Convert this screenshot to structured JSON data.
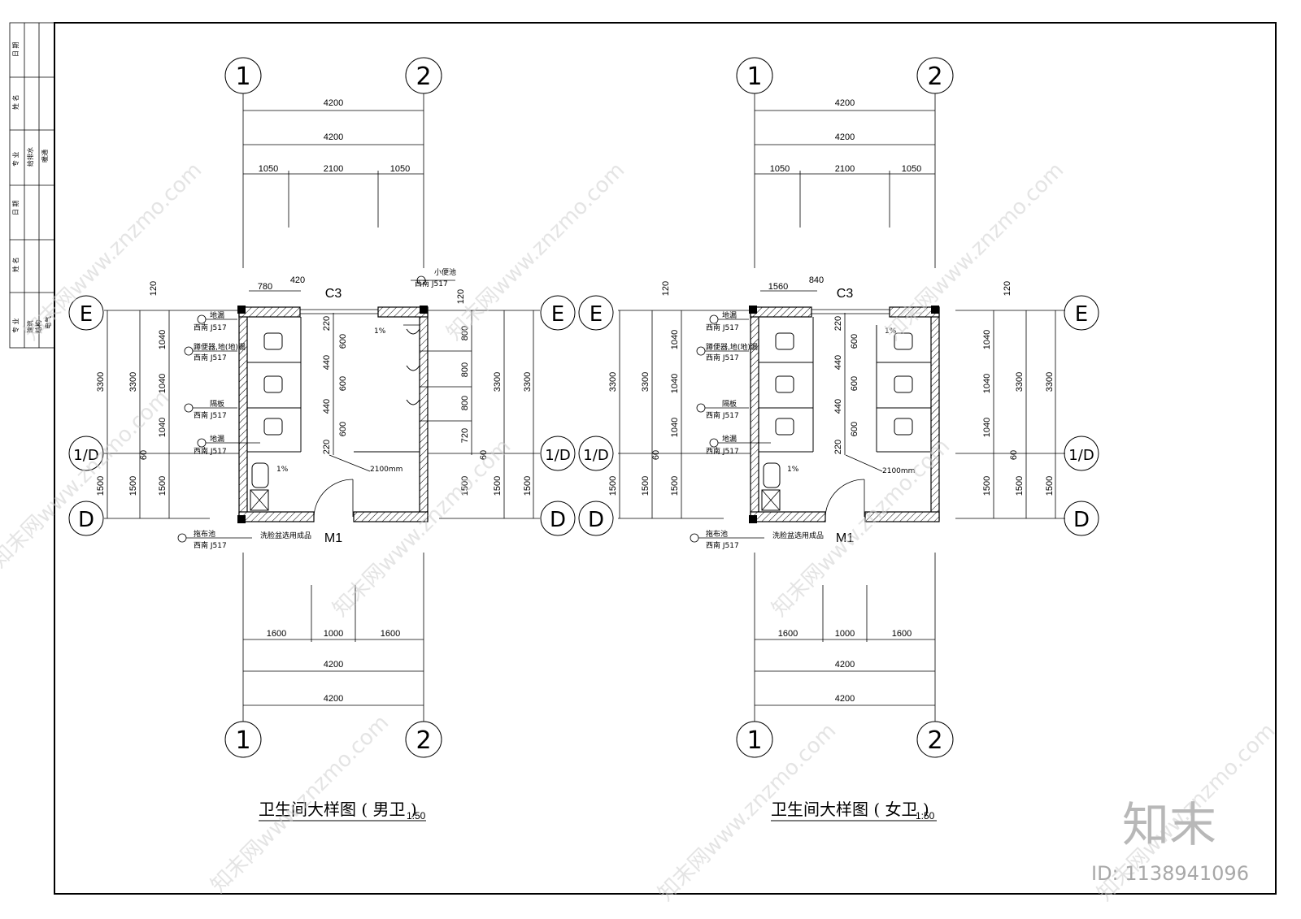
{
  "title_block": {
    "rows": [
      "日 期",
      "姓 名",
      "专 业",
      "给排水",
      "暖通",
      "日 期",
      "姓 名",
      "专 业",
      "建筑",
      "结构",
      "电气"
    ]
  },
  "grid": {
    "axis_1": "1",
    "axis_2": "2",
    "axis_E": "E",
    "axis_1D": "1/D",
    "axis_D": "D"
  },
  "dims": {
    "d4200": "4200",
    "d1050": "1050",
    "d2100": "2100",
    "d1600": "1600",
    "d1000": "1000",
    "d3300": "3300",
    "d1500": "1500",
    "d1040": "1040",
    "d120": "120",
    "d60": "60",
    "d600": "600",
    "d440": "440",
    "d220": "220",
    "d800": "800",
    "d720": "720",
    "d2100mm": "2100mm",
    "d1pct": "1%"
  },
  "male": {
    "title": "卫生间大样图 ( 男卫 )",
    "scale": "1:50",
    "window": "C3",
    "door": "M1",
    "top_dim_a": "780",
    "top_dim_b": "420",
    "urinal_note": "小便池",
    "urinal_ref": "西南 J517"
  },
  "female": {
    "title": "卫生间大样图 ( 女卫 )",
    "scale": "1:50",
    "window": "C3",
    "door": "M1",
    "top_dim_a": "1560",
    "top_dim_b": "840"
  },
  "notes": {
    "floor_drain": "地漏",
    "ref": "西南 J517",
    "squat": "蹲便器,地(地)漏",
    "partition": "隔板",
    "mop": "拖布池",
    "basin": "洗脸盆选用成品"
  },
  "watermark": {
    "text": "知末网www.znzmo.com",
    "logo": "知末",
    "id": "ID: 1138941096"
  }
}
